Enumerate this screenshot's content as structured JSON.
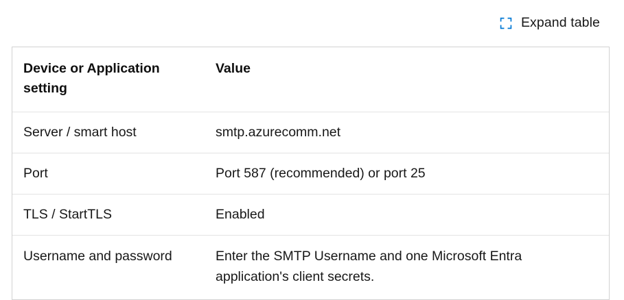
{
  "toolbar": {
    "expand_label": "Expand table",
    "expand_icon": "expand-corners-icon",
    "icon_color": "#0078d4"
  },
  "table": {
    "columns": [
      {
        "key": "setting",
        "label": "Device or Application setting"
      },
      {
        "key": "value",
        "label": "Value"
      }
    ],
    "rows": [
      {
        "setting": "Server / smart host",
        "value": "smtp.azurecomm.net"
      },
      {
        "setting": "Port",
        "value": "Port 587 (recommended) or port 25"
      },
      {
        "setting": "TLS / StartTLS",
        "value": "Enabled"
      },
      {
        "setting": "Username and password",
        "value": "Enter the SMTP Username and one Microsoft Entra application's client secrets."
      }
    ]
  },
  "colors": {
    "text": "#171717",
    "border_outer": "#d2d2d2",
    "border_inner": "#e3e3e3",
    "accent": "#0078d4",
    "background": "#ffffff"
  }
}
